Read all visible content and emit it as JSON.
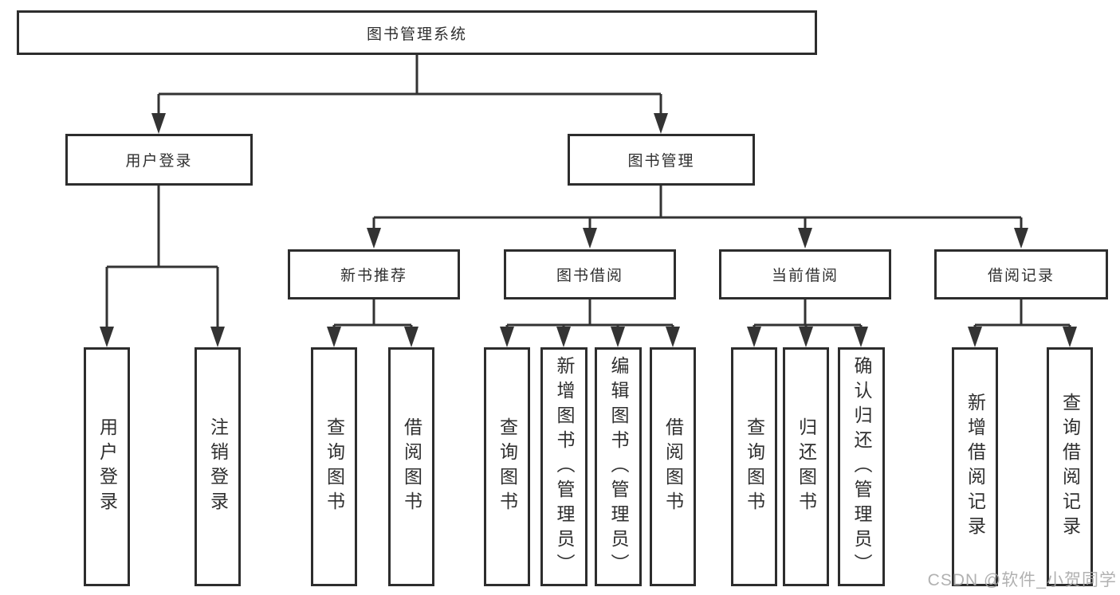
{
  "tree": {
    "label": "图书管理系统",
    "children": [
      {
        "label": "用户登录",
        "children": [
          {
            "label": "用户登录"
          },
          {
            "label": "注销登录"
          }
        ]
      },
      {
        "label": "图书管理",
        "children": [
          {
            "label": "新书推荐",
            "children": [
              {
                "label": "查询图书"
              },
              {
                "label": "借阅图书"
              }
            ]
          },
          {
            "label": "图书借阅",
            "children": [
              {
                "label": "查询图书"
              },
              {
                "label": "新增图书（管理员）"
              },
              {
                "label": "编辑图书（管理员）"
              },
              {
                "label": "借阅图书"
              }
            ]
          },
          {
            "label": "当前借阅",
            "children": [
              {
                "label": "查询图书"
              },
              {
                "label": "归还图书"
              },
              {
                "label": "确认归还（管理员）"
              }
            ]
          },
          {
            "label": "借阅记录",
            "children": [
              {
                "label": "新增借阅记录"
              },
              {
                "label": "查询借阅记录"
              }
            ]
          }
        ]
      }
    ]
  },
  "watermark": {
    "text": "CSDN @软件_小贺同学"
  },
  "colors": {
    "line": "#333333",
    "box_border": "#2d2d2d",
    "text": "#2f2f2f",
    "watermark": "#a9a9a9",
    "background": "#ffffff"
  }
}
